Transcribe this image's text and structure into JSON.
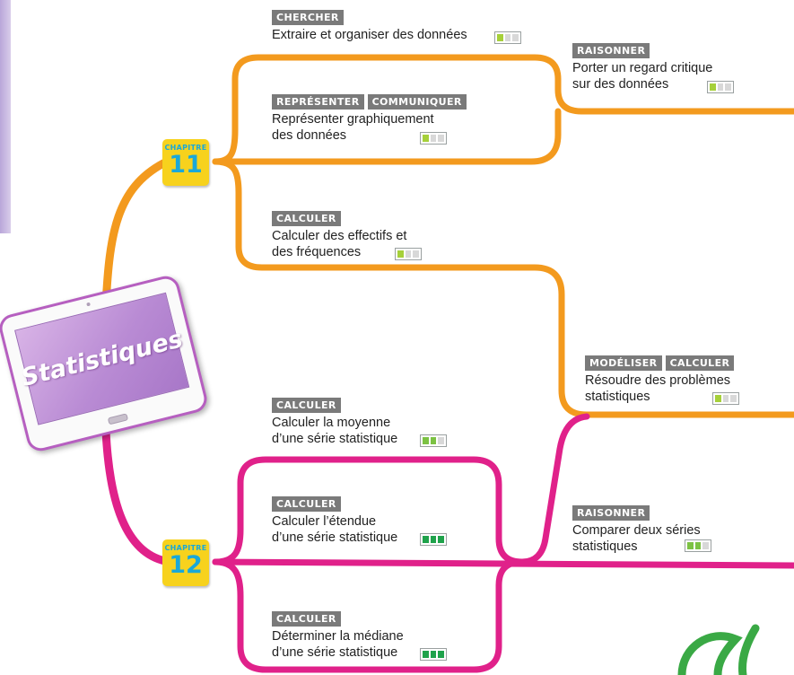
{
  "root": {
    "title": "Statistiques",
    "colors": {
      "frame": "#b65fc0",
      "screen": "#b98bd4"
    }
  },
  "branch_colors": {
    "chapter11": "#f39a1e",
    "chapter12": "#e0218a"
  },
  "chapters": [
    {
      "small": "CHAPITRE",
      "number": "11"
    },
    {
      "small": "CHAPITRE",
      "number": "12"
    }
  ],
  "nodes": [
    {
      "tags": [
        "CHERCHER"
      ],
      "text": "Extraire et organiser des données",
      "level": 1
    },
    {
      "tags": [
        "REPRÉSENTER",
        "COMMUNIQUER"
      ],
      "text": "Représenter graphiquement\ndes données",
      "level": 1
    },
    {
      "tags": [
        "CALCULER"
      ],
      "text": "Calculer des effectifs et\ndes fréquences",
      "level": 1
    },
    {
      "tags": [
        "RAISONNER"
      ],
      "text": "Porter un regard critique\nsur des données",
      "level": 1
    },
    {
      "tags": [
        "MODÉLISER",
        "CALCULER"
      ],
      "text": "Résoudre des problèmes\nstatistiques",
      "level": 1
    },
    {
      "tags": [
        "CALCULER"
      ],
      "text": "Calculer la moyenne\nd’une série statistique",
      "level": 2
    },
    {
      "tags": [
        "CALCULER"
      ],
      "text": "Calculer l’étendue\nd’une série statistique",
      "level": 3
    },
    {
      "tags": [
        "CALCULER"
      ],
      "text": "Déterminer la médiane\nd’une série statistique",
      "level": 3
    },
    {
      "tags": [
        "RAISONNER"
      ],
      "text": "Comparer deux séries\nstatistiques",
      "level": 2
    }
  ],
  "meter_colors": {
    "level1": "#a6d03a",
    "level2": "#7cc243",
    "level3": "#1fa24b",
    "empty": "#d8d8d8"
  }
}
